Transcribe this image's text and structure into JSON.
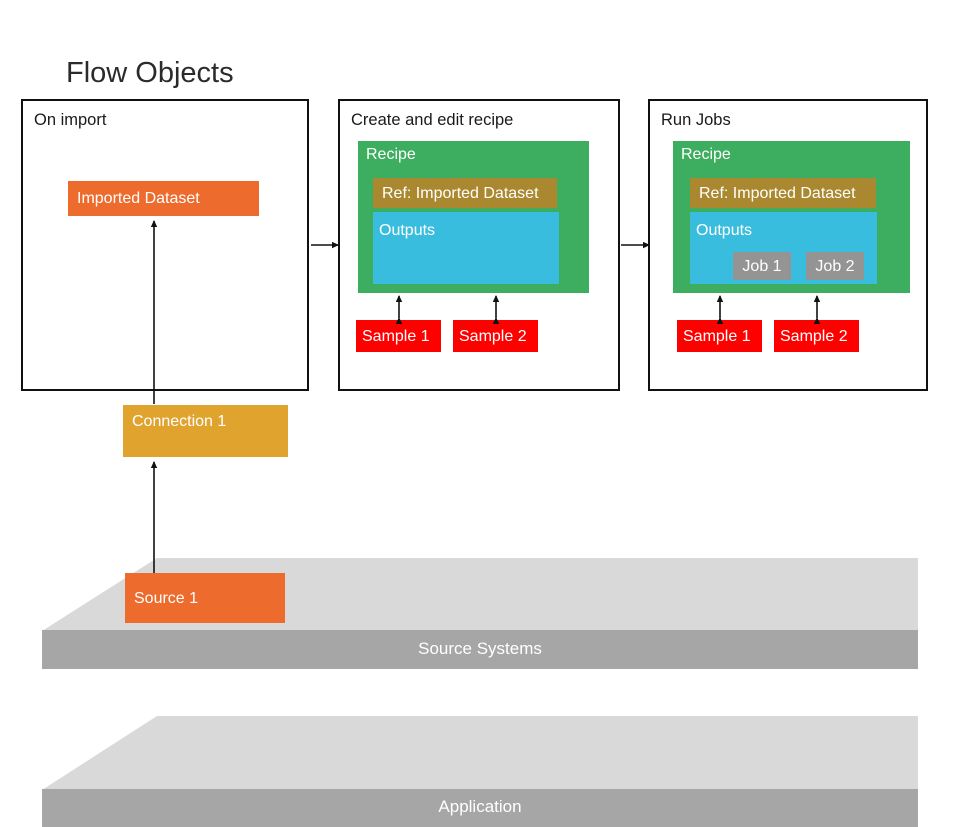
{
  "diagram": {
    "title": "Flow Objects",
    "colors": {
      "orange": "#EC6B2D",
      "amber": "#E0A32E",
      "green": "#3DAE5F",
      "olive": "#A9882F",
      "cyan": "#39BDDE",
      "red": "#FF0000",
      "gray_job": "#949494",
      "slab_top": "#D9D9D9",
      "slab_front": "#A6A6A6",
      "panel_border": "#111111",
      "text_dark": "#2b2b2b"
    },
    "panels": [
      {
        "id": "on-import",
        "label": "On import",
        "blocks": [
          {
            "id": "imported-dataset",
            "label": "Imported Dataset",
            "color": "#EC6B2D"
          }
        ]
      },
      {
        "id": "create-edit-recipe",
        "label": "Create and edit recipe",
        "blocks": [
          {
            "id": "recipe",
            "label": "Recipe",
            "color": "#3DAE5F"
          },
          {
            "id": "ref-imported-dataset",
            "label": "Ref: Imported Dataset",
            "color": "#A9882F"
          },
          {
            "id": "outputs",
            "label": "Outputs",
            "color": "#39BDDE"
          },
          {
            "id": "sample-1",
            "label": "Sample 1",
            "color": "#FF0000"
          },
          {
            "id": "sample-2",
            "label": "Sample 2",
            "color": "#FF0000"
          }
        ]
      },
      {
        "id": "run-jobs",
        "label": "Run Jobs",
        "blocks": [
          {
            "id": "recipe",
            "label": "Recipe",
            "color": "#3DAE5F"
          },
          {
            "id": "ref-imported-dataset",
            "label": "Ref: Imported Dataset",
            "color": "#A9882F"
          },
          {
            "id": "outputs",
            "label": "Outputs",
            "color": "#39BDDE"
          },
          {
            "id": "job-1",
            "label": "Job 1",
            "color": "#949494"
          },
          {
            "id": "job-2",
            "label": "Job 2",
            "color": "#949494"
          },
          {
            "id": "sample-1",
            "label": "Sample 1",
            "color": "#FF0000"
          },
          {
            "id": "sample-2",
            "label": "Sample 2",
            "color": "#FF0000"
          }
        ]
      }
    ],
    "layers": [
      {
        "id": "application",
        "label": "Application",
        "blocks": [
          {
            "id": "connection-1",
            "label": "Connection 1",
            "color": "#E0A32E"
          }
        ]
      },
      {
        "id": "source-systems",
        "label": "Source Systems",
        "blocks": [
          {
            "id": "source-1",
            "label": "Source 1",
            "color": "#EC6B2D"
          }
        ]
      }
    ]
  }
}
